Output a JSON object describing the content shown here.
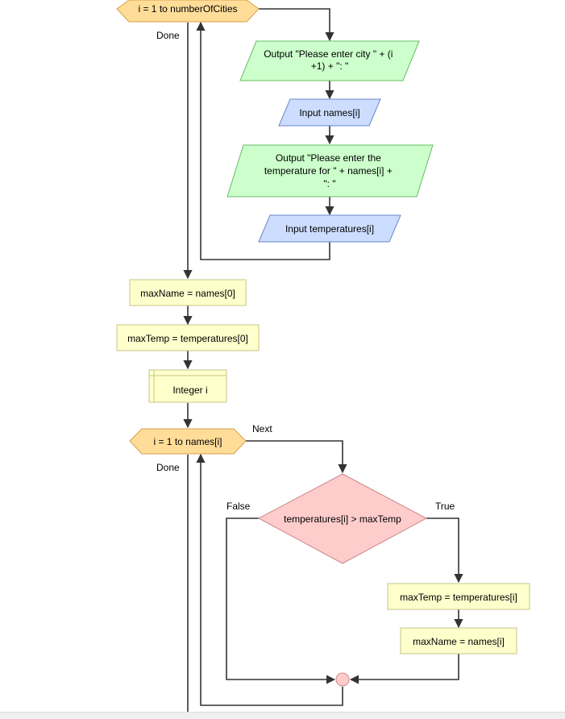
{
  "colors": {
    "loop": "#ffdd99",
    "output": "#ccffcc",
    "input": "#ccddff",
    "process": "#ffffcc",
    "decision": "#ffcccc",
    "edge": "#333333"
  },
  "loop1": {
    "header": "i = 1 to numberOfCities",
    "done_label": "Done",
    "body": [
      [
        "Output \"Please enter city \" + (i",
        "+1) + \": \""
      ],
      [
        "Input names[i]"
      ],
      [
        "Output \"Please enter the",
        "temperature for \" + names[i] +",
        "\": \""
      ],
      [
        "Input temperatures[i]"
      ]
    ]
  },
  "assign_max_name": "maxName = names[0]",
  "assign_max_temp": "maxTemp = temperatures[0]",
  "declare_i": "Integer i",
  "loop2": {
    "header": "i = 1 to names[i]",
    "next_label": "Next",
    "done_label": "Done",
    "condition": "temperatures[i] > maxTemp",
    "false_label": "False",
    "true_label": "True",
    "true_branch": [
      "maxTemp = temperatures[i]",
      "maxName = names[i]"
    ]
  }
}
